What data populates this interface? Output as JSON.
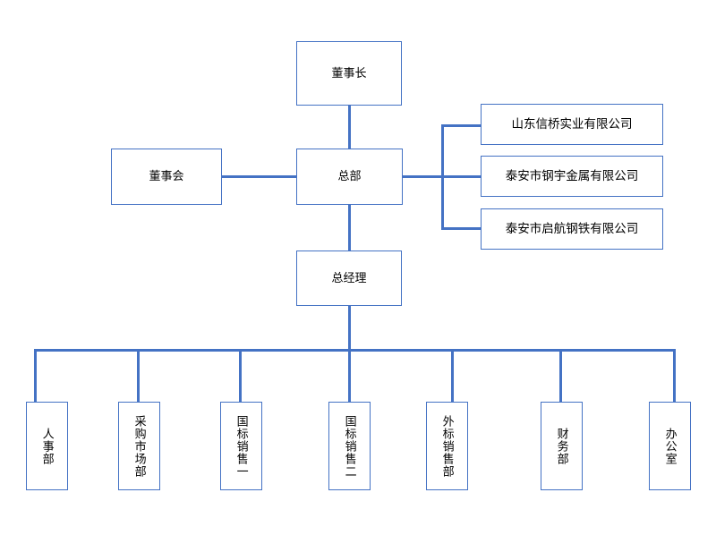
{
  "diagram": {
    "title_nodes": {
      "chairman": "董事长",
      "board": "董事会",
      "headquarters": "总部",
      "general_manager": "总经理"
    },
    "subsidiaries": [
      {
        "label": "山东信桥实业有限公司"
      },
      {
        "label": "泰安市钢宇金属有限公司"
      },
      {
        "label": "泰安市启航钢铁有限公司"
      }
    ],
    "departments": [
      {
        "label": "人事部"
      },
      {
        "label": "采购市场部"
      },
      {
        "label": "国标销售一"
      },
      {
        "label": "国标销售二"
      },
      {
        "label": "外标销售部"
      },
      {
        "label": "财务部"
      },
      {
        "label": "办公室"
      }
    ],
    "colors": {
      "line": "#4472c4",
      "border": "#4472c4",
      "background": "#ffffff",
      "text": "#000000"
    }
  }
}
